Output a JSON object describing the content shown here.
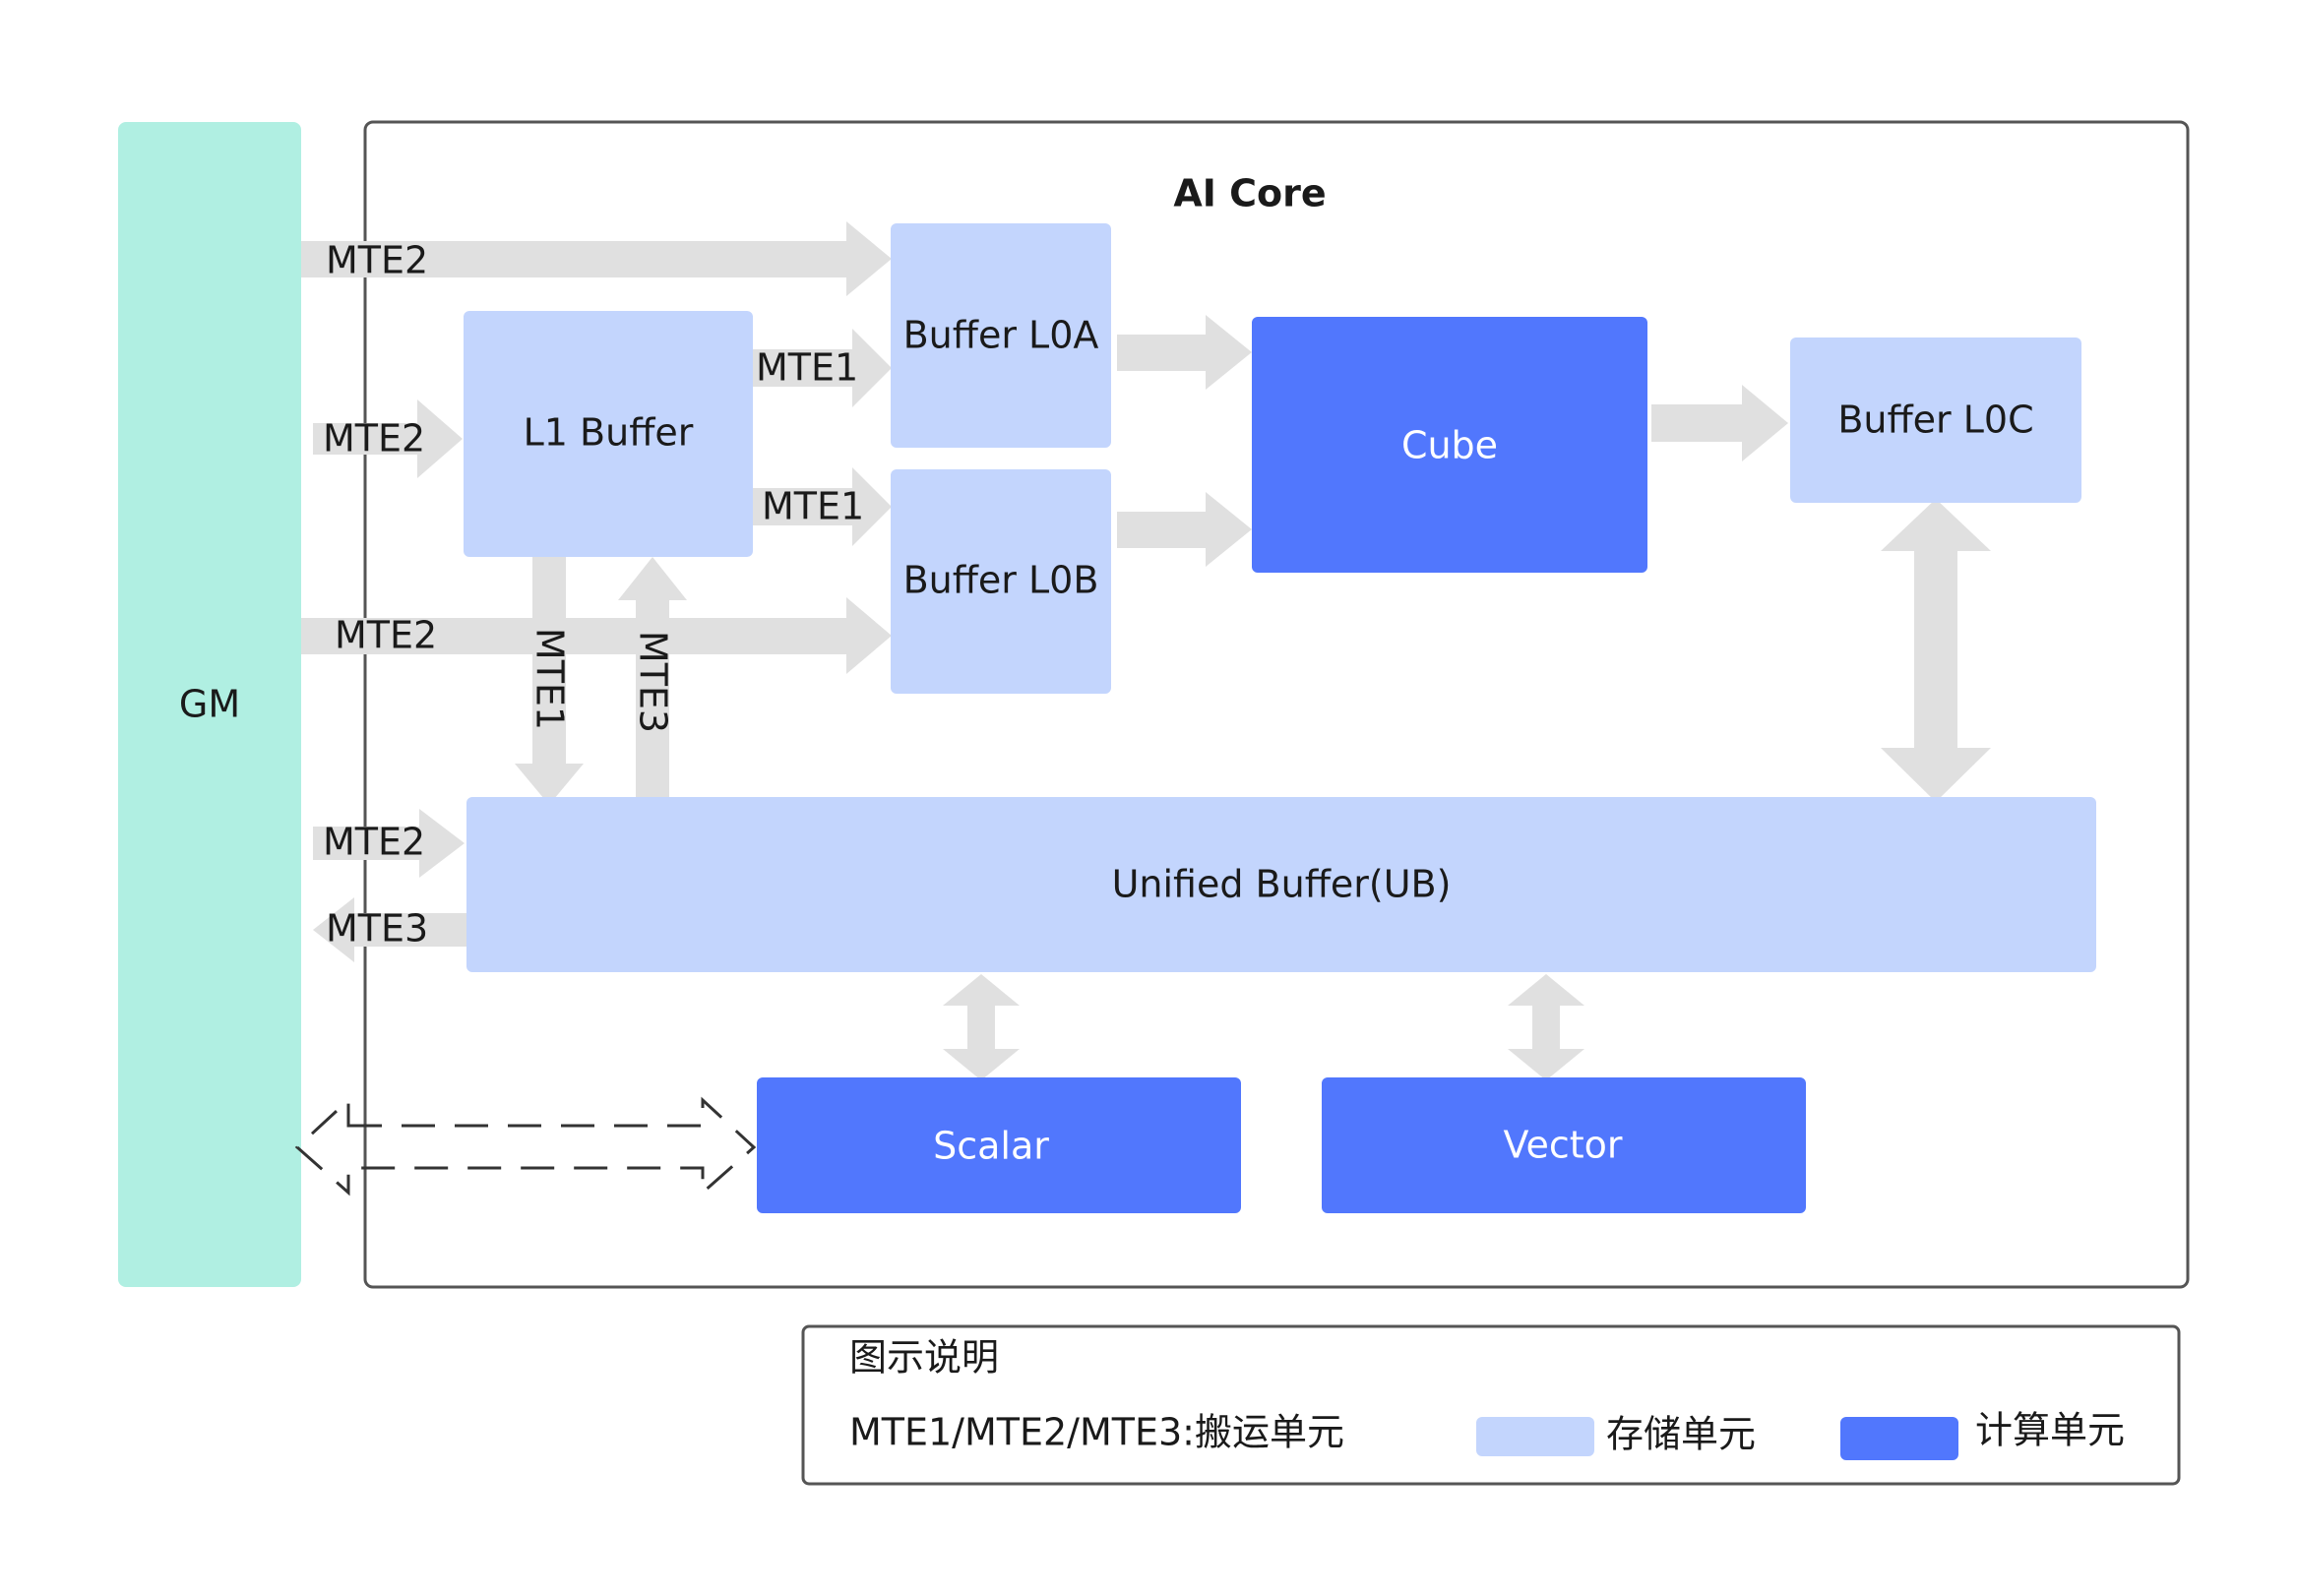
{
  "gm": {
    "label": "GM"
  },
  "ai_core": {
    "title": "AI Core"
  },
  "blocks": {
    "l1": "L1 Buffer",
    "l0a": "Buffer L0A",
    "l0b": "Buffer L0B",
    "l0c": "Buffer L0C",
    "cube": "Cube",
    "ub": "Unified Buffer(UB)",
    "scalar": "Scalar",
    "vector": "Vector"
  },
  "arrows": {
    "mte2_gm_l0a": "MTE2",
    "mte2_gm_l1": "MTE2",
    "mte2_gm_l0b": "MTE2",
    "mte1_l1_l0a": "MTE1",
    "mte1_l1_l0b": "MTE1",
    "mte1_l1_ub": "MTE1",
    "mte3_ub_l1": "MTE3",
    "mte2_gm_ub": "MTE2",
    "mte3_ub_gm": "MTE3"
  },
  "legend": {
    "title": "图示说明",
    "transfer_label": "MTE1/MTE2/MTE3:搬运单元",
    "storage_label": "存储单元",
    "compute_label": "计算单元"
  },
  "colors": {
    "gm": "#b0efe2",
    "storage": "#c3d5fd",
    "compute": "#5177fd",
    "arrow": "#e0e0e0",
    "frame": "#555555"
  }
}
